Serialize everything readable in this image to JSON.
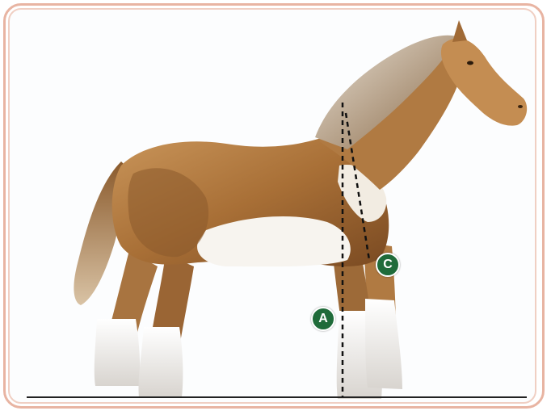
{
  "markers": {
    "a": "A",
    "c": "C"
  },
  "colors": {
    "frame_outer": "#e8b4a2",
    "frame_inner": "#f0cfc3",
    "marker_fill": "#1f6b3a",
    "guide_line": "#111111",
    "ground_line": "#222222",
    "coat_main": "#b98246",
    "coat_dark": "#6e4520",
    "coat_white": "#f7f4ef"
  },
  "illustration": {
    "subject": "horse-side-view",
    "guides": [
      "vertical-dashed-line-a",
      "slanted-dashed-line-c",
      "ground-line"
    ]
  }
}
